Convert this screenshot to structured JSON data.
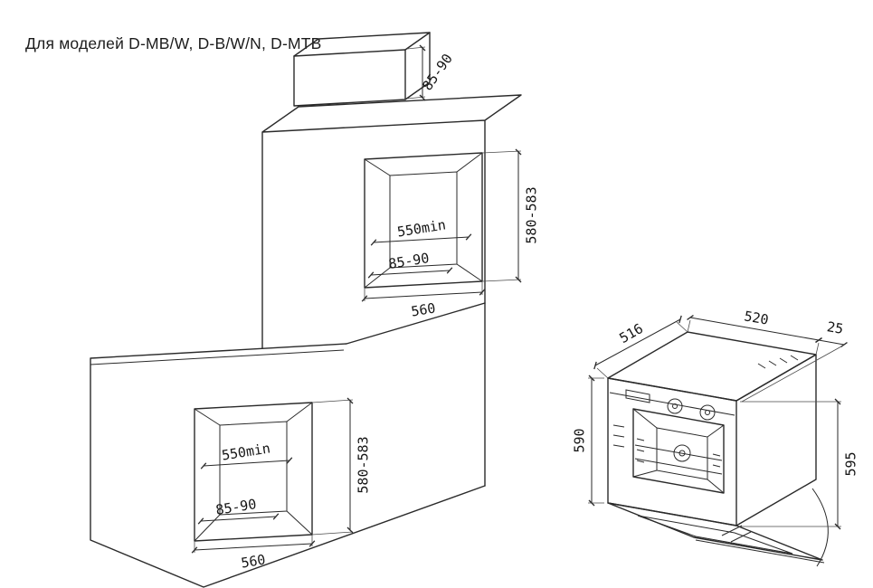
{
  "title": "Для моделей D-MB/W, D-B/W/N, D-MTB",
  "colors": {
    "ink": "#2a2a2a",
    "background": "#ffffff"
  },
  "cabinet_diagram": {
    "top_gap": "85-90",
    "upper_niche": {
      "height": "580-583",
      "depth_min": "550min",
      "rear_gap": "85-90",
      "width": "560"
    },
    "lower_niche": {
      "height": "580-583",
      "depth_min": "550min",
      "rear_gap": "85-90",
      "width": "560"
    }
  },
  "oven_diagram": {
    "top_width": "516",
    "top_depth": "520",
    "front_overhang": "25",
    "front_height": "595",
    "body_height": "590"
  }
}
